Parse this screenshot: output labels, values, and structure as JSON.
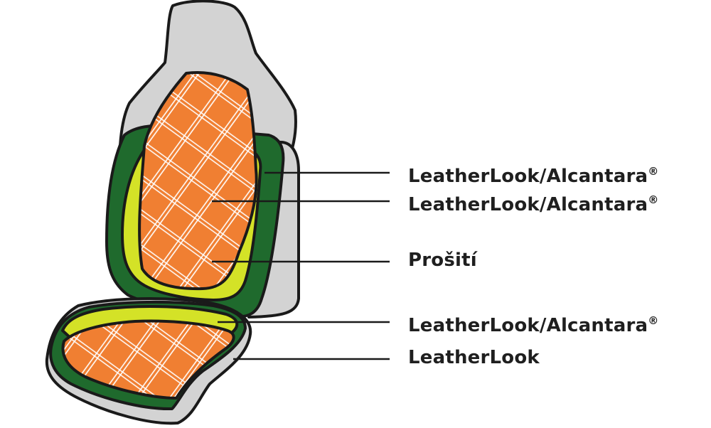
{
  "labels": [
    {
      "id": "bolster-outer",
      "text": "LeatherLook/Alcantara",
      "mark": "®"
    },
    {
      "id": "back-center",
      "text": "LeatherLook/Alcantara",
      "mark": "®"
    },
    {
      "id": "stitching",
      "text": "Prošití",
      "mark": ""
    },
    {
      "id": "seat-center",
      "text": "LeatherLook/Alcantara",
      "mark": "®"
    },
    {
      "id": "seat-base",
      "text": "LeatherLook",
      "mark": ""
    }
  ],
  "colors": {
    "gray": "#d3d3d3",
    "dark_green": "#1f6a2d",
    "lime": "#d4e227",
    "orange": "#f07f32",
    "stitch": "#ffffff",
    "outline": "#1a1a1a"
  }
}
